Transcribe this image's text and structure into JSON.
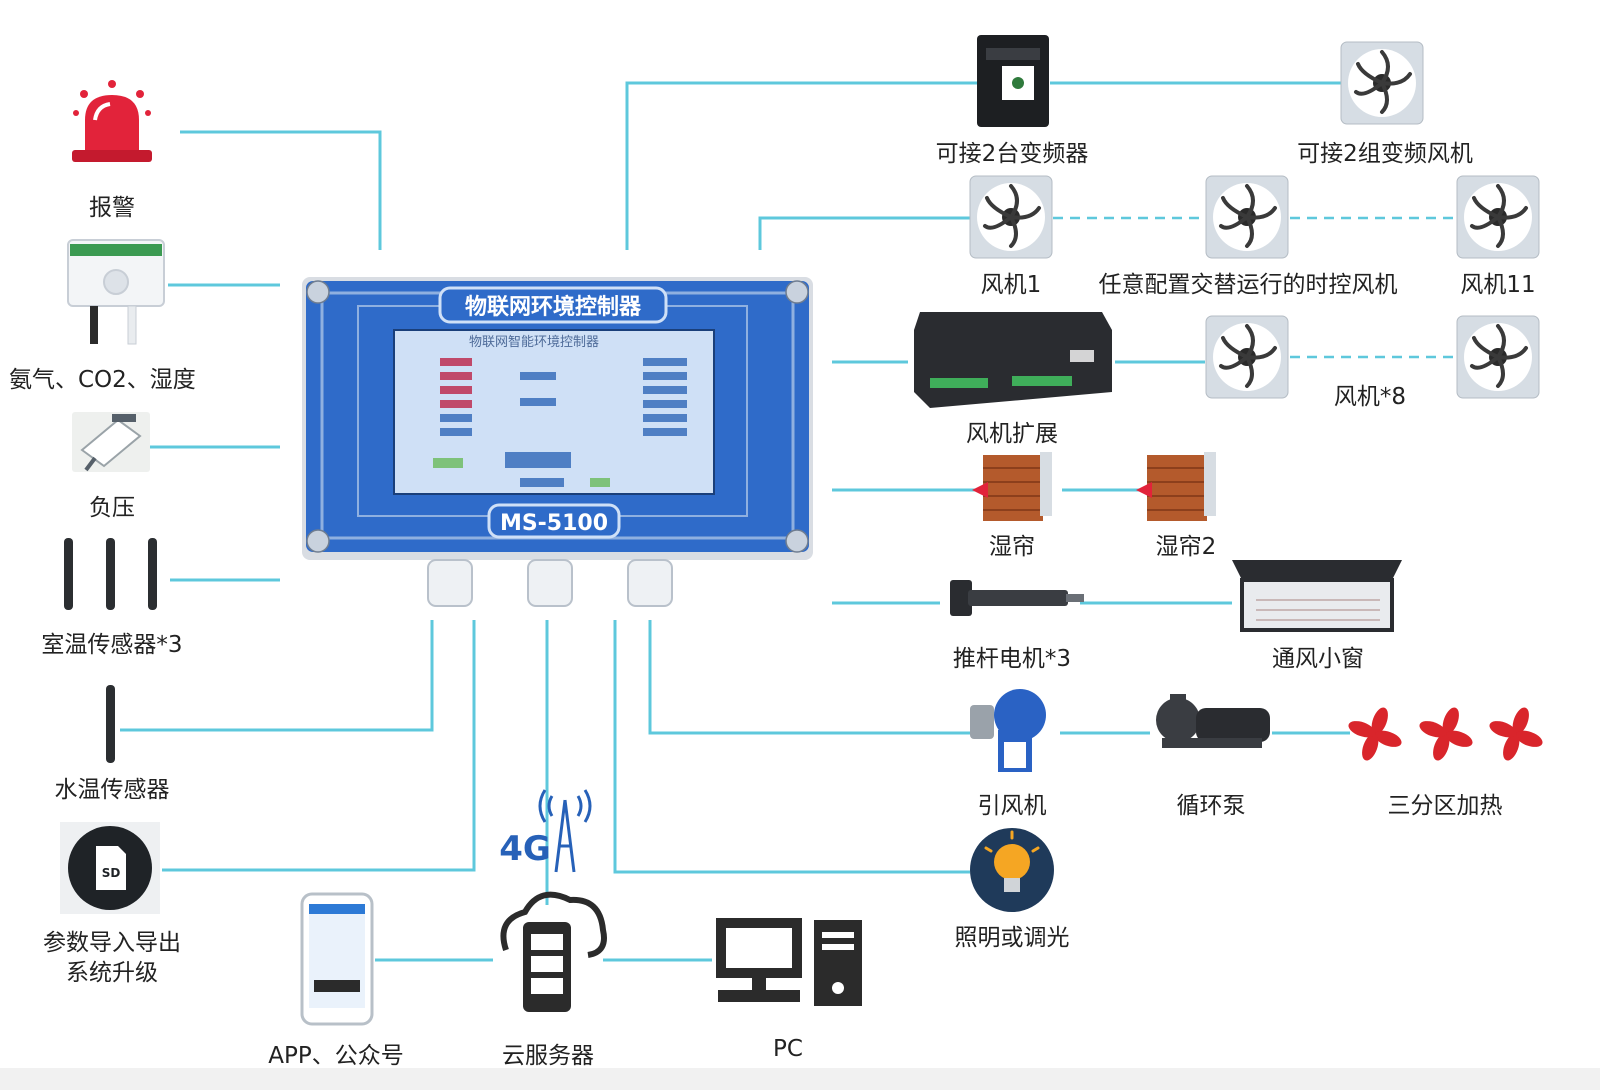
{
  "controller": {
    "title": "物联网环境控制器",
    "model": "MS-5100",
    "screen_title": "物联网智能环境控制器"
  },
  "inputs": {
    "alarm": "报警",
    "gas_sensor": "氨气、CO2、湿度",
    "negative_pressure": "负压",
    "room_temp": "室温传感器*3",
    "water_temp": "水温传感器",
    "sd_line1": "参数导入导出",
    "sd_line2": "系统升级"
  },
  "bottom": {
    "app": "APP、公众号",
    "cloud": "云服务器",
    "pc": "PC",
    "network_badge": "4G"
  },
  "outputs": {
    "inverter": "可接2台变频器",
    "vfd_fan": "可接2组变频风机",
    "fan1": "风机1",
    "timed_fans": "任意配置交替运行的时控风机",
    "fan11": "风机11",
    "fan_expansion": "风机扩展",
    "fans_x8": "风机*8",
    "wet_curtain": "湿帘",
    "wet_curtain2": "湿帘2",
    "actuator": "推杆电机*3",
    "vent_window": "通风小窗",
    "blower": "引风机",
    "circulation_pump": "循环泵",
    "zone_heating": "三分区加热",
    "lighting": "照明或调光"
  },
  "colors": {
    "line": "#5ec8dc",
    "controller_blue": "#2f6bc9",
    "controller_border": "#6d93c8",
    "alarm_red": "#e2233a",
    "heat_red": "#d9252b",
    "curtain_brown": "#b45a2c"
  }
}
